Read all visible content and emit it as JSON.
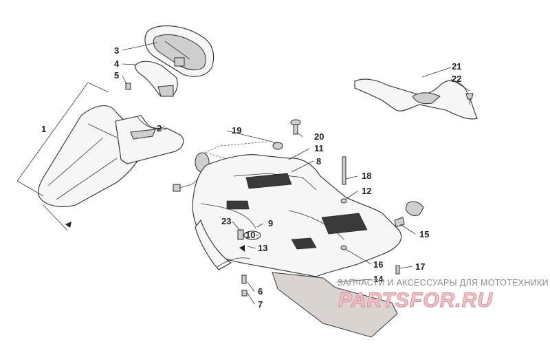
{
  "callouts": {
    "n1": "1",
    "n2": "2",
    "n3": "3",
    "n4": "4",
    "n5": "5",
    "n6": "6",
    "n7": "7",
    "n8": "8",
    "n9": "9",
    "n10": "10",
    "n11": "11",
    "n12": "12",
    "n13": "13",
    "n14": "14",
    "n15": "15",
    "n16": "16",
    "n17": "17",
    "n18": "18",
    "n19": "19",
    "n20": "20",
    "n21": "21",
    "n22": "22",
    "n23": "23"
  },
  "watermark": {
    "caption": "ЗАПЧАСТИ И АКСЕССУАРЫ ДЛЯ МОТОТЕХНИКИ",
    "logo": "PARTSFOR.RU"
  }
}
